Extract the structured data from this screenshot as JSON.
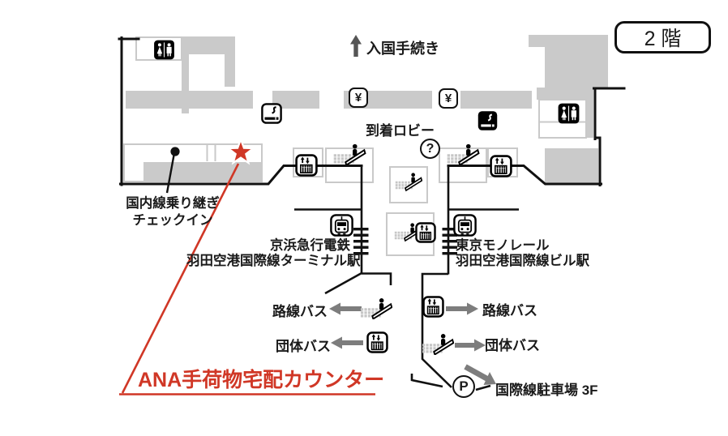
{
  "floor_badge": "2 階",
  "labels": {
    "immigration": "入国手続き",
    "arrival_lobby": "到着ロビー",
    "domestic_transfer_1": "国内線乗り継ぎ",
    "domestic_transfer_2": "チェックイン",
    "keikyu_1": "京浜急行電鉄",
    "keikyu_2": "羽田空港国際線ターミナル駅",
    "monorail_1": "東京モノレール",
    "monorail_2": "羽田空港国際線ビル駅",
    "route_bus_left": "路線バス",
    "group_bus_left": "団体バス",
    "route_bus_right": "路線バス",
    "group_bus_right": "団体バス",
    "parking_garage": "国際線駐車場 3F",
    "ana_counter": "ANA手荷物宅配カウンター"
  },
  "symbols": {
    "yen": "¥",
    "question": "?",
    "parking": "P"
  },
  "icons": {
    "restroom": "restroom-pictogram",
    "smoking": "smoking-area-pictogram",
    "currency_exchange": "yen-sign-box",
    "information": "question-mark-circle",
    "escalator": "escalator-pictogram",
    "elevator": "elevator-pictogram",
    "train": "railway-station-pictogram",
    "parking": "parking-circle",
    "star": "red-star-location-marker"
  },
  "colors": {
    "accent_red": "#d03726",
    "map_gray": "#cacaca",
    "arrow_gray": "#7d7d7d"
  }
}
